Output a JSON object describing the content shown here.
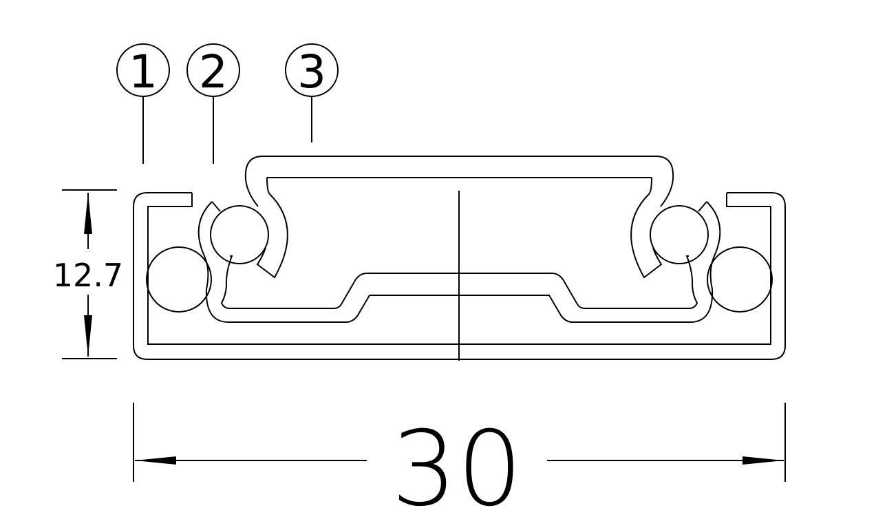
{
  "balloons": [
    {
      "label": "1"
    },
    {
      "label": "2"
    },
    {
      "label": "3"
    }
  ],
  "dimensions": {
    "height": "12.7",
    "width": "30"
  },
  "colors": {
    "line": "#000000",
    "background": "#ffffff"
  }
}
